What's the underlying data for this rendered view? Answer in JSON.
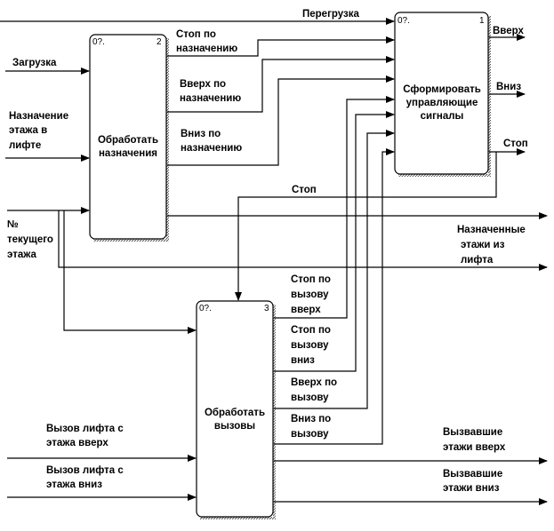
{
  "diagram": {
    "boxes": [
      {
        "id": "process-assignments",
        "label": [
          "Обработать",
          "назначения"
        ],
        "corner": "0?.",
        "number": "2"
      },
      {
        "id": "form-signals",
        "label": [
          "Сформировать",
          "управляющие",
          "сигналы"
        ],
        "corner": "0?.",
        "number": "1"
      },
      {
        "id": "process-calls",
        "label": [
          "Обработать",
          "вызовы"
        ],
        "corner": "0?.",
        "number": "3"
      }
    ],
    "arrows": {
      "overload": [
        "Перегрузка"
      ],
      "loading": [
        "Загрузка"
      ],
      "floor_assignment": [
        "Назначение",
        "этажа в",
        "лифте"
      ],
      "current_floor": [
        "№",
        "текущего",
        "этажа"
      ],
      "stop_by_assignment": [
        "Стоп по",
        "назначению"
      ],
      "up_by_assignment": [
        "Вверх по",
        "назначению"
      ],
      "down_by_assignment": [
        "Вниз по",
        "назначению"
      ],
      "up_out": [
        "Вверх"
      ],
      "down_out": [
        "Вниз"
      ],
      "stop_out": [
        "Стоп"
      ],
      "stop_feedback": [
        "Стоп"
      ],
      "assigned_floors": [
        "Назначенные",
        "этажи из",
        "лифта"
      ],
      "stop_call_up": [
        "Стоп по",
        "вызову",
        "вверх"
      ],
      "stop_call_down": [
        "Стоп по",
        "вызову",
        "вниз"
      ],
      "up_by_call": [
        "Вверх по",
        "вызову"
      ],
      "down_by_call": [
        "Вниз по",
        "вызову"
      ],
      "call_up": [
        "Вызов лифта с",
        "этажа вверх"
      ],
      "call_down": [
        "Вызов лифта с",
        "этажа вниз"
      ],
      "called_up": [
        "Вызвавшие",
        "этажи вверх"
      ],
      "called_down": [
        "Вызвавшие",
        "этажи вниз"
      ]
    }
  }
}
